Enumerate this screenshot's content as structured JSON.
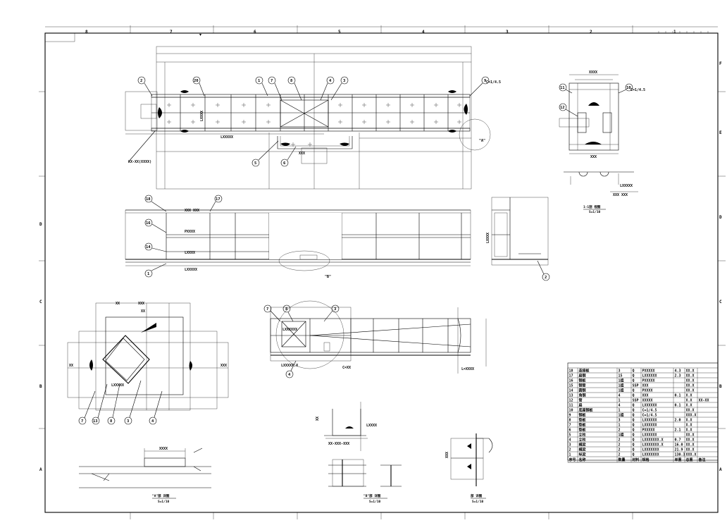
{
  "sheet": {
    "title_block_header": [
      "序号",
      "名称",
      "数量",
      "材料",
      "规格",
      "单重",
      "总重",
      "备注"
    ],
    "zones_top": [
      "8",
      "7",
      "6",
      "5",
      "4",
      "3",
      "2",
      "1"
    ],
    "zones_side": [
      "F",
      "E",
      "D",
      "C",
      "B",
      "A"
    ]
  },
  "views": {
    "plan": {
      "balloons": [
        "2",
        "20",
        "1",
        "7",
        "8",
        "4",
        "3",
        "9",
        "5",
        "6"
      ],
      "notes": [
        "C=1/4.5",
        "LXXXXX",
        "XXX",
        "XX-XX(XXXX)",
        "\"A\""
      ]
    },
    "elevation": {
      "balloons": [
        "18",
        "17",
        "16",
        "14",
        "1"
      ],
      "notes": [
        "XXX XXX",
        "PXXXX",
        "LXXXX",
        "LXXXXX",
        "\"B\""
      ]
    },
    "end_view": {
      "balloons": [
        "2"
      ],
      "notes": [
        "LXXXX"
      ]
    },
    "section_1_1": {
      "balloons": [
        "11",
        "10",
        "12"
      ],
      "title": "1-1剖 视图",
      "scale": "S=1/10",
      "notes": [
        "C=1/4.5",
        "XXXX",
        "XXX XXX",
        "LXXXXX"
      ]
    },
    "detail_left": {
      "balloons": [
        "7",
        "13",
        "8",
        "3",
        "4"
      ],
      "dims": [
        "XX",
        "XXX",
        "XX",
        "XX",
        "XXX"
      ],
      "notes": [
        "LXXXXX"
      ]
    },
    "detail_mid": {
      "balloons": [
        "7",
        "8",
        "3",
        "4"
      ],
      "notes": [
        "LXXXXXX",
        "LXXXXX.X",
        "C=XX",
        "L=XXXX"
      ]
    },
    "detail_a": {
      "title": "\"A\"部 详图",
      "scale": "S=1/10"
    },
    "detail_b": {
      "title": "\"B\"部 详图",
      "scale": "S=1/10"
    },
    "detail_c": {
      "title": "部 详图",
      "scale": "S=1/10"
    },
    "small_section": {
      "notes": [
        "XX-XXX-XXX",
        "LXXXX"
      ]
    }
  },
  "bom": {
    "rows": [
      {
        "no": "18",
        "name": "连接板",
        "qty": "3",
        "mat": "Q",
        "spec": "PXXXXX",
        "w1": "4.3",
        "w2": "XX.X",
        "note": ""
      },
      {
        "no": "17",
        "name": "扁钢",
        "qty": "15",
        "mat": "Q",
        "spec": "LXXXXXX",
        "w1": "2.3",
        "w2": "XX.X",
        "note": ""
      },
      {
        "no": "16",
        "name": "钢板",
        "qty": "1组",
        "mat": "Q",
        "spec": "PXXXXX",
        "w1": "",
        "w2": "XX.X",
        "note": ""
      },
      {
        "no": "15",
        "name": "钢管",
        "qty": "1组",
        "mat": "SSP",
        "spec": "XXX",
        "w1": "",
        "w2": "XX.X",
        "note": ""
      },
      {
        "no": "14",
        "name": "圆钢",
        "qty": "1组",
        "mat": "Q",
        "spec": "PXXXX",
        "w1": "",
        "w2": "XX.X",
        "note": ""
      },
      {
        "no": "13",
        "name": "角钢",
        "qty": "4",
        "mat": "Q",
        "spec": "XXX",
        "w1": "0.1",
        "w2": "X.X",
        "note": ""
      },
      {
        "no": "12",
        "name": "管",
        "qty": "1",
        "mat": "SSP",
        "spec": "XXXXX",
        "w1": "",
        "w2": "X.X",
        "note": "XX-XX"
      },
      {
        "no": "11",
        "name": "扁",
        "qty": "4",
        "mat": "Q",
        "spec": "LXXXXXX",
        "w1": "0.1",
        "w2": "X.X",
        "note": ""
      },
      {
        "no": "10",
        "name": "底座钢板",
        "qty": "1",
        "mat": "Q",
        "spec": "C=1/4.5",
        "w1": "",
        "w2": "XX.X",
        "note": ""
      },
      {
        "no": "9",
        "name": "钢板",
        "qty": "1组",
        "mat": "Q",
        "spec": "C=1/4.5",
        "w1": "",
        "w2": "XXX.X",
        "note": ""
      },
      {
        "no": "8",
        "name": "垫板",
        "qty": "3",
        "mat": "Q",
        "spec": "LXXXXXX",
        "w1": "2.0",
        "w2": "X.X",
        "note": ""
      },
      {
        "no": "7",
        "name": "垫板",
        "qty": "1",
        "mat": "Q",
        "spec": "LXXXXXX",
        "w1": "",
        "w2": "X.X",
        "note": ""
      },
      {
        "no": "6",
        "name": "垫板",
        "qty": "2",
        "mat": "Q",
        "spec": "PXXXXX",
        "w1": "2.1",
        "w2": "X.X",
        "note": ""
      },
      {
        "no": "5",
        "name": "立柱",
        "qty": "1组",
        "mat": "Q",
        "spec": "LXXXXXX",
        "w1": "",
        "w2": "XX.X",
        "note": ""
      },
      {
        "no": "4",
        "name": "立柱",
        "qty": "2",
        "mat": "Q",
        "spec": "LXXXXXXX.X",
        "w1": "0.7",
        "w2": "XX.X",
        "note": ""
      },
      {
        "no": "3",
        "name": "横梁",
        "qty": "2",
        "mat": "Q",
        "spec": "LXXXXXXX.X",
        "w1": "16.0",
        "w2": "XX.X",
        "note": ""
      },
      {
        "no": "2",
        "name": "横梁",
        "qty": "2",
        "mat": "Q",
        "spec": "LXXXXXXX",
        "w1": "21.9",
        "w2": "XX.X",
        "note": ""
      },
      {
        "no": "1",
        "name": "纵梁",
        "qty": "2",
        "mat": "Q",
        "spec": "LXXXXXXX",
        "w1": "130.3",
        "w2": "XXX.X",
        "note": ""
      }
    ]
  }
}
